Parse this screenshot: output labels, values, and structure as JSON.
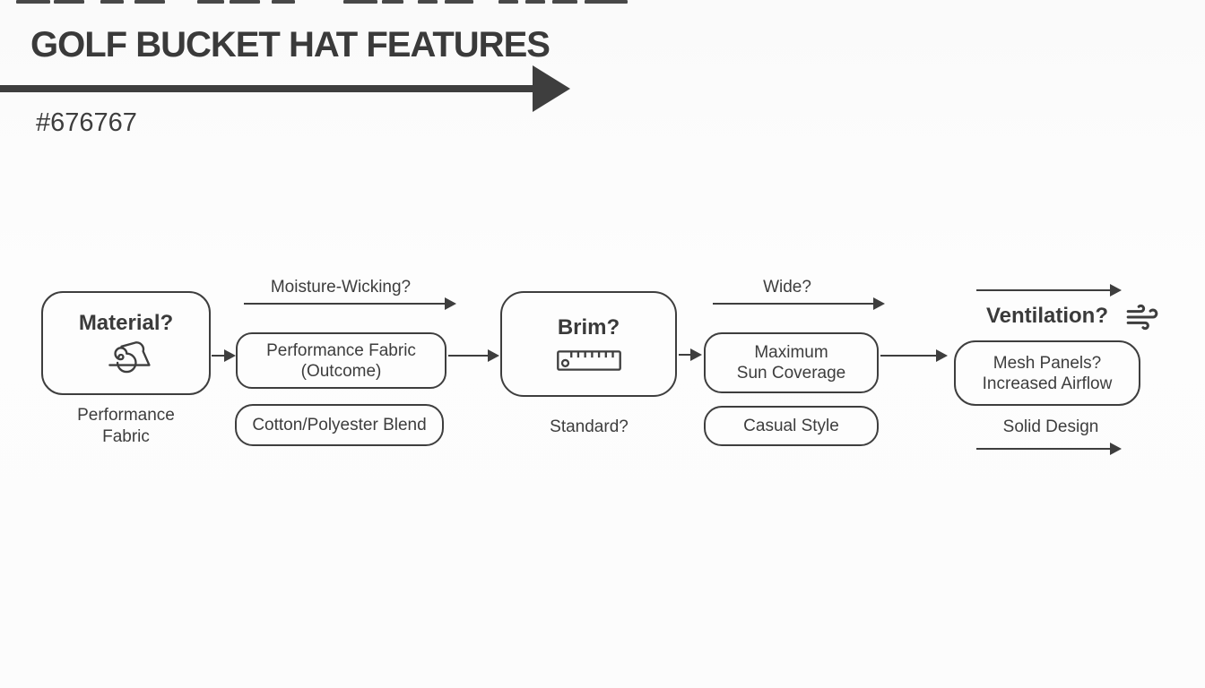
{
  "header": {
    "title": "GOLF BUCKET HAT FEATURES",
    "color_code": "#676767"
  },
  "flowchart": {
    "material": {
      "title": "Material?",
      "icon": "fabric-roll-icon",
      "caption_line1": "Performance",
      "caption_line2": "Fabric"
    },
    "moisture_edge_label": "Moisture-Wicking?",
    "outcome": {
      "line1": "Performance Fabric",
      "line2": "(Outcome)"
    },
    "blend": {
      "label": "Cotton/Polyester Blend"
    },
    "brim": {
      "title": "Brim?",
      "icon": "ruler-icon",
      "caption": "Standard?"
    },
    "wide_edge_label": "Wide?",
    "sun_coverage": {
      "line1": "Maximum",
      "line2": "Sun Coverage"
    },
    "casual": {
      "label": "Casual Style"
    },
    "ventilation": {
      "title": "Ventilation?",
      "icon": "wind-icon"
    },
    "mesh": {
      "line1": "Mesh Panels?",
      "line2": "Increased Airflow"
    },
    "solid_design": {
      "label": "Solid Design"
    }
  },
  "colors": {
    "ink": "#3e3e3e",
    "background": "#fbfbfb"
  }
}
